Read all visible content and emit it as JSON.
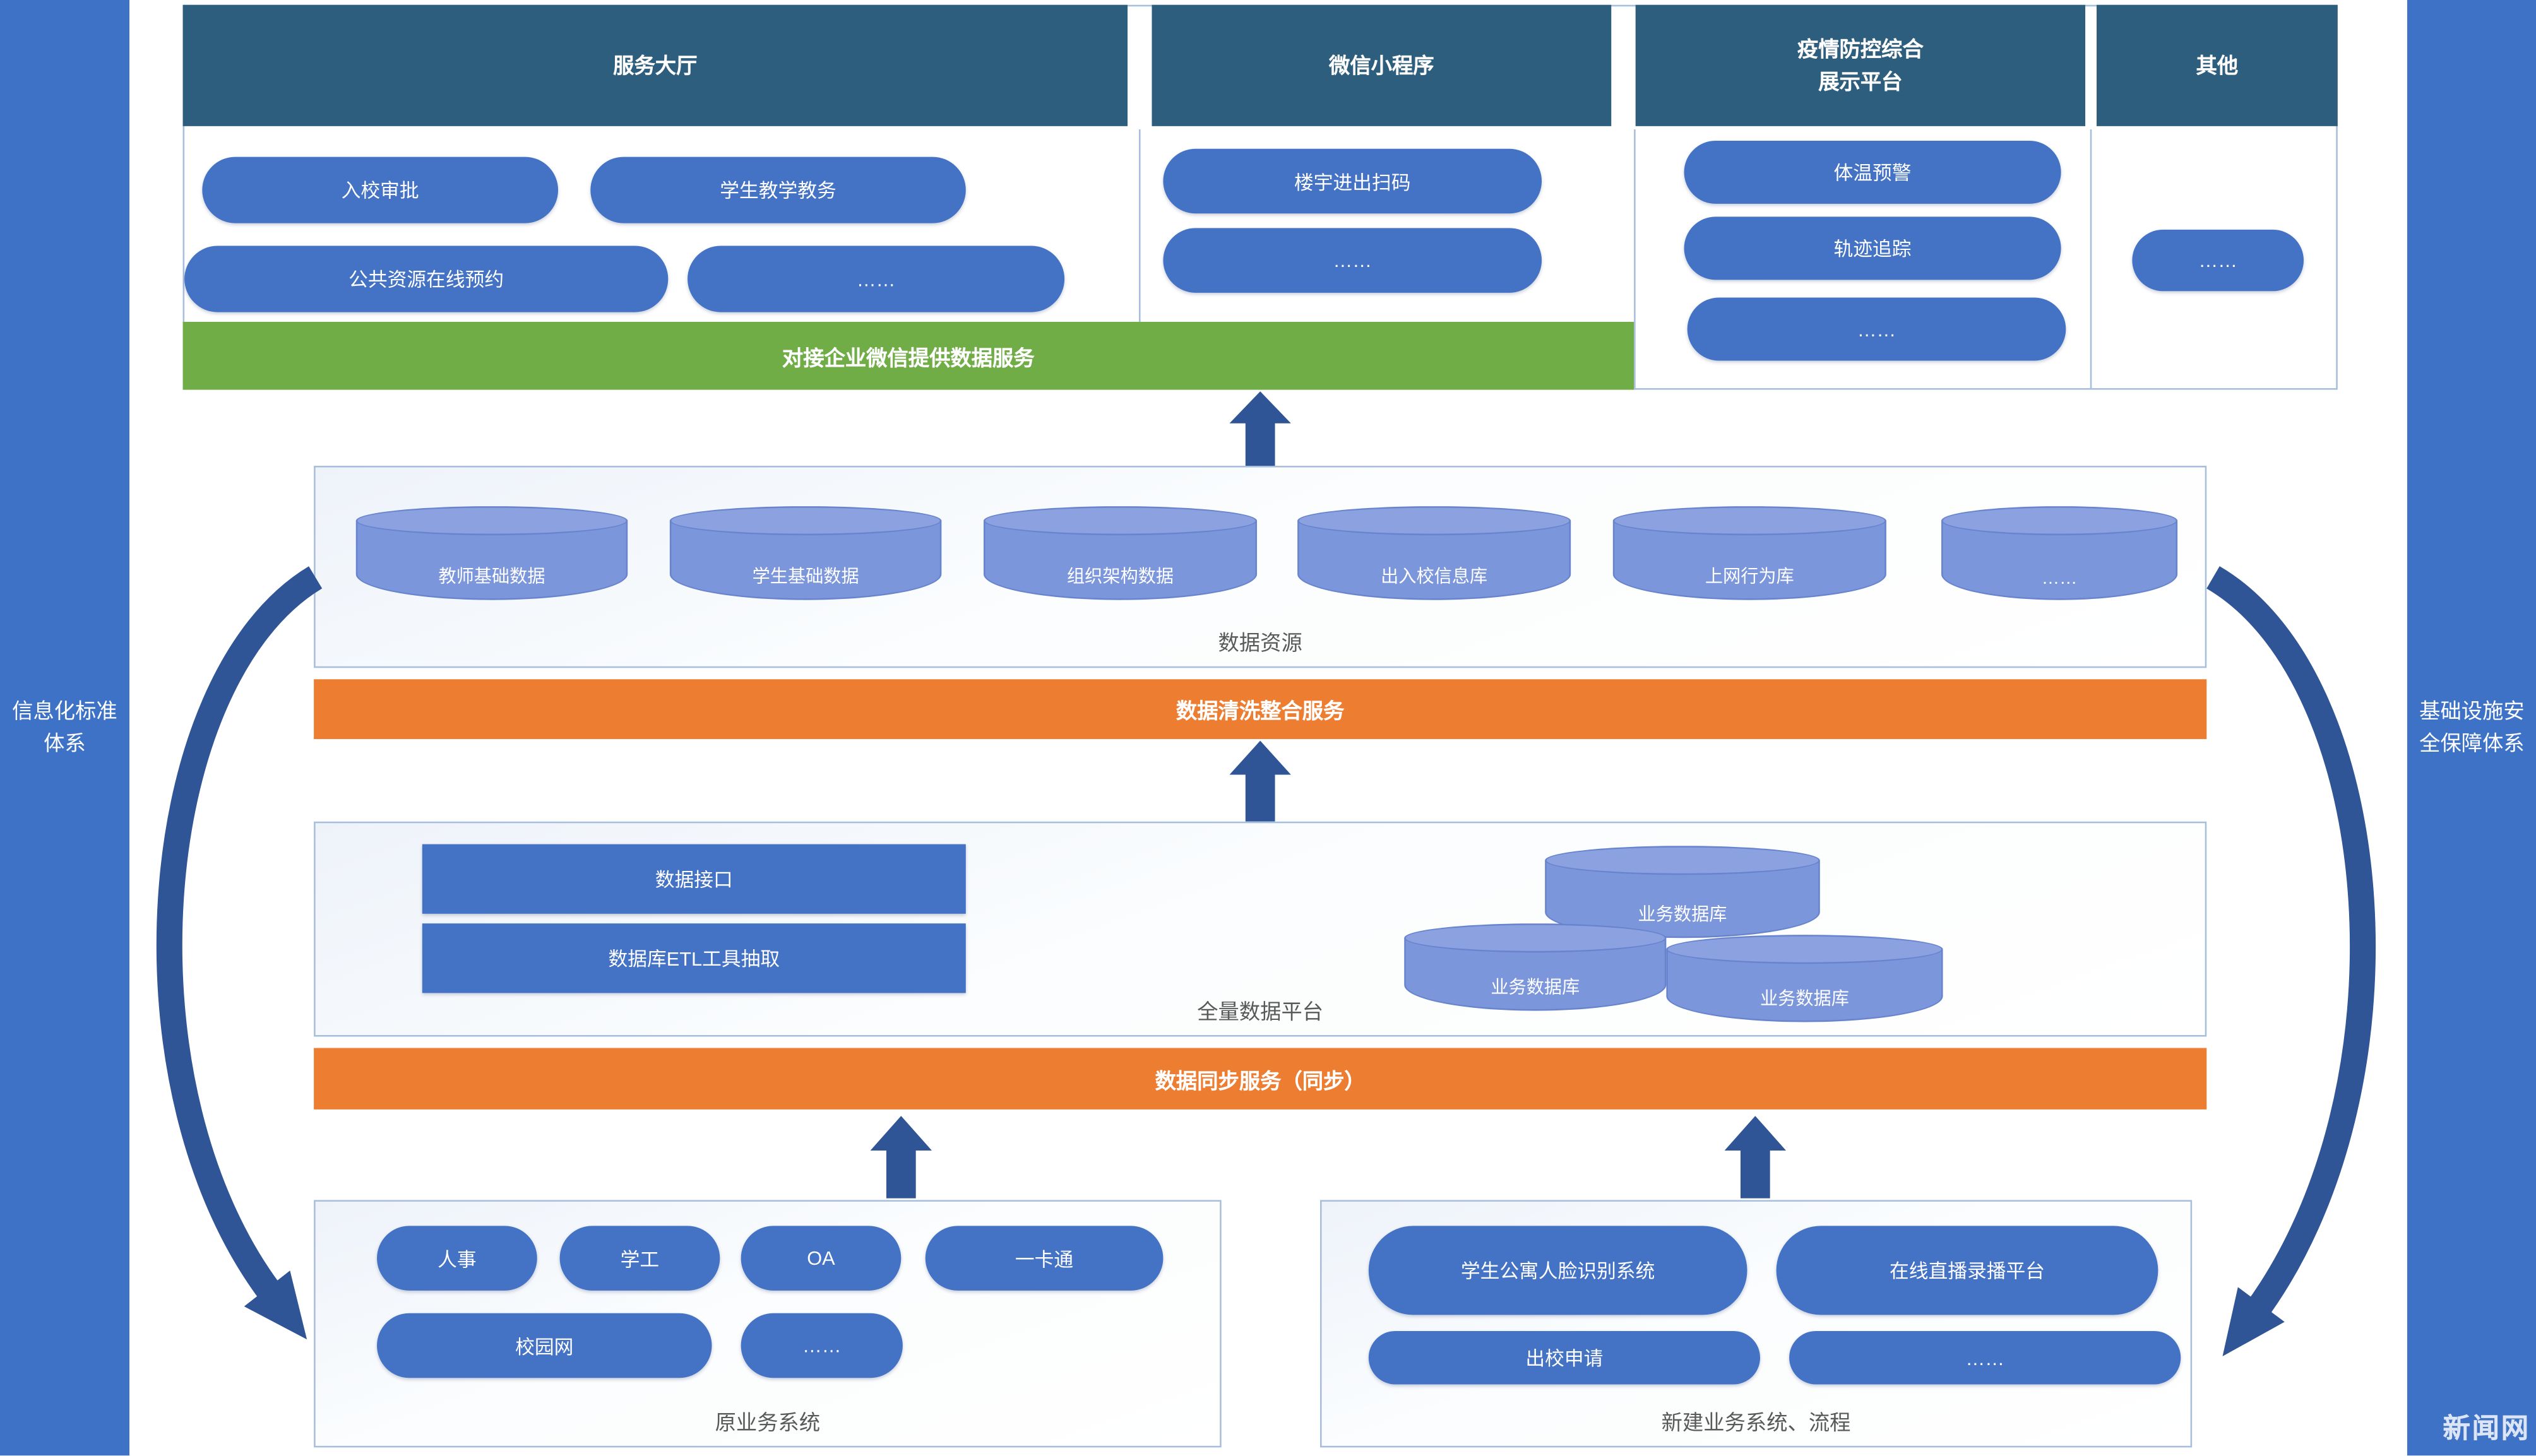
{
  "sidebar_left": {
    "text": "信息化标准\n体系"
  },
  "sidebar_right": {
    "text": "基础设施安\n全保障体系"
  },
  "watermark": "新闻网",
  "top": {
    "headers": [
      "服务大厅",
      "微信小程序",
      "疫情防控综合\n展示平台",
      "其他"
    ],
    "service_hall": [
      "入校审批",
      "学生教学教务",
      "公共资源在线预约",
      "……"
    ],
    "wechat": [
      "楼宇进出扫码",
      "……"
    ],
    "epidemic": [
      "体温预警",
      "轨迹追踪",
      "……"
    ],
    "other": [
      "……"
    ],
    "green_bar": "对接企业微信提供数据服务"
  },
  "data_resources": {
    "label": "数据资源",
    "cylinders": [
      "教师基础数据",
      "学生基础数据",
      "组织架构数据",
      "出入校信息库",
      "上网行为库",
      "……"
    ]
  },
  "bars": {
    "clean": "数据清洗整合服务",
    "sync": "数据同步服务（同步）"
  },
  "platform": {
    "label": "全量数据平台",
    "blocks": [
      "数据接口",
      "数据库ETL工具抽取"
    ],
    "cylinders": [
      "业务数据库",
      "业务数据库",
      "业务数据库"
    ]
  },
  "legacy": {
    "label": "原业务系统",
    "row1": [
      "人事",
      "学工",
      "OA",
      "一卡通"
    ],
    "row2": [
      "校园网",
      "……"
    ]
  },
  "newsys": {
    "label": "新建业务系统、流程",
    "row1": [
      "学生公寓人脸识别系统",
      "在线直播录播平台"
    ],
    "row2": [
      "出校申请",
      "……"
    ]
  },
  "colors": {
    "header_teal": "#2E5E7D",
    "pill_blue": "#4472C4",
    "green": "#70AD47",
    "orange": "#ED7D31",
    "arrow_blue": "#2F5597",
    "sidebar_blue": "#3E72C6",
    "cylinder_blue": "#7C96DB",
    "panel_border": "#A8BFDC"
  }
}
